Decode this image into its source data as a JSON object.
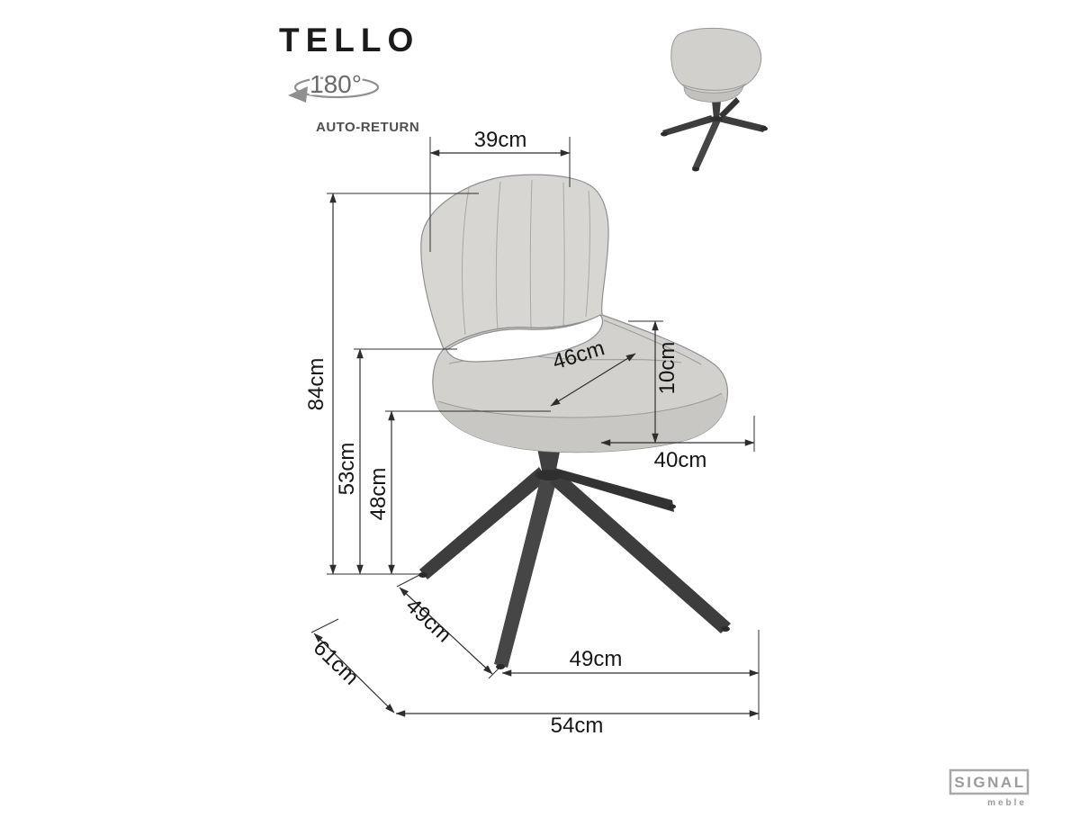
{
  "product": {
    "title": "TELLO",
    "rotation_angle": "180°",
    "auto_return": "AUTO-RETURN"
  },
  "dimensions": {
    "backrest_width": "39cm",
    "overall_height": "84cm",
    "backrest_top_height": "53cm",
    "seat_height": "48cm",
    "armrest_height_above_seat": "10cm",
    "seat_depth": "46cm",
    "seat_width": "40cm",
    "base_side_depth": "49cm",
    "base_front_width": "49cm",
    "overall_depth": "61cm",
    "overall_width": "54cm"
  },
  "brand": {
    "name": "SIGNAL",
    "subtitle": "meble"
  },
  "icons": {
    "rotation": "rotation-ellipse-arrow-icon"
  },
  "colors": {
    "dimension_line": "#2e2e2e",
    "chair_upholstery": "#d8d6d3",
    "chair_base": "#3b3b3b",
    "brand_grey": "#9b9b9b"
  }
}
